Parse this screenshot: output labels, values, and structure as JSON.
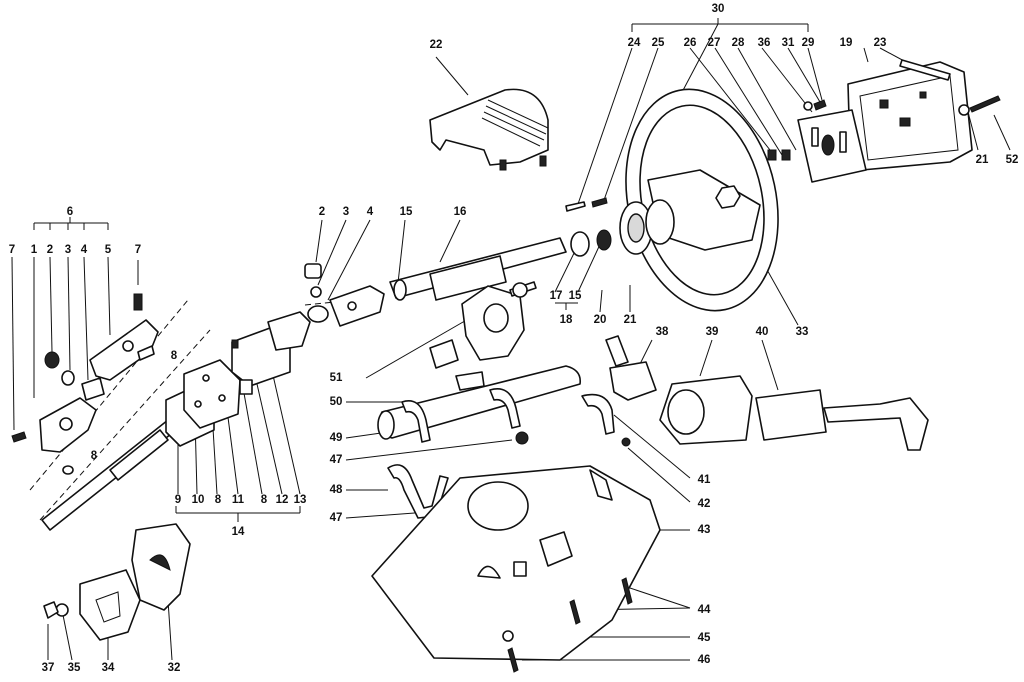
{
  "diagram": {
    "callouts": {
      "c1": "1",
      "c2a": "2",
      "c2b": "2",
      "c3a": "3",
      "c3b": "3",
      "c4a": "4",
      "c4b": "4",
      "c5": "5",
      "c6": "6",
      "c7a": "7",
      "c7b": "7",
      "c8a": "8",
      "c8b": "8",
      "c8c": "8",
      "c8d": "8",
      "c9": "9",
      "c10": "10",
      "c11": "11",
      "c12": "12",
      "c13": "13",
      "c14": "14",
      "c15a": "15",
      "c15b": "15",
      "c16": "16",
      "c17": "17",
      "c18": "18",
      "c19": "19",
      "c20": "20",
      "c21a": "21",
      "c21b": "21",
      "c22": "22",
      "c23": "23",
      "c24": "24",
      "c25": "25",
      "c26": "26",
      "c27": "27",
      "c28": "28",
      "c29": "29",
      "c30": "30",
      "c31": "31",
      "c32": "32",
      "c33": "33",
      "c34": "34",
      "c35": "35",
      "c36": "36",
      "c37": "37",
      "c38": "38",
      "c39": "39",
      "c40": "40",
      "c41": "41",
      "c42": "42",
      "c43": "43",
      "c44": "44",
      "c45": "45",
      "c46": "46",
      "c47a": "47",
      "c47b": "47",
      "c48": "48",
      "c49": "49",
      "c50": "50",
      "c51": "51",
      "c52": "52"
    }
  }
}
